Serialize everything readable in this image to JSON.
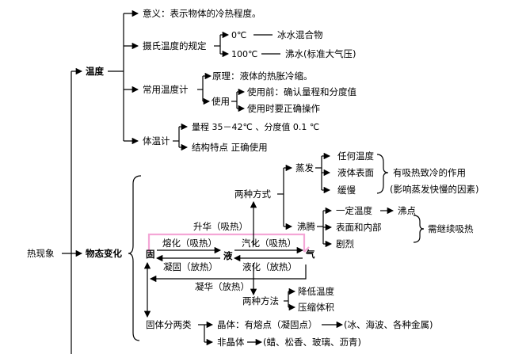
{
  "root": "热现象",
  "temp": {
    "title": "温度",
    "meaning": "意义：表示物体的冷热程度。",
    "celsius": {
      "title": "摄氏温度的规定",
      "zero_val": "0℃",
      "zero_desc": "冰水混合物",
      "hundred_val": "100℃",
      "hundred_desc": "沸水(标准大气压)"
    },
    "thermo": {
      "title": "常用温度计",
      "principle": "原理：液体的热胀冷缩。",
      "use": "使用",
      "before": "使用前：确认量程和分度值",
      "during": "使用时要正确操作"
    },
    "body": {
      "title": "体温计",
      "range": "量程 35－42℃ 、分度值 0.1 ℃",
      "feature": "结构特点  正确使用"
    }
  },
  "change": {
    "title": "物态变化",
    "states": {
      "solid": "固",
      "liquid": "液",
      "gas": "气"
    },
    "arrows": {
      "sublimation": "升华（吸热）",
      "melting": "熔化（吸热）",
      "vaporization": "汽化（吸热）",
      "solidification": "凝固（放热）",
      "liquefaction": "液化（放热）",
      "deposition": "凝华（放热）"
    },
    "vap": {
      "two_ways": "两种方式",
      "evaporation": "蒸发",
      "evap_items": [
        "任何温度",
        "液体表面",
        "缓慢"
      ],
      "evap_note1": "有吸热致冷的作用",
      "evap_note2": "(影响蒸发快慢的因素)",
      "boiling": "沸腾",
      "boil_items": [
        "一定温度",
        "表面和内部",
        "剧烈"
      ],
      "boil_point": "沸点",
      "boil_note": "需继续吸热"
    },
    "liq": {
      "two_ways": "两种方法",
      "methods": [
        "降低温度",
        "压缩体积"
      ]
    },
    "solid_types": {
      "title": "固体分两类",
      "crystal": "晶体：有熔点（凝固点）",
      "crystal_examples": "(冰、海波、各种金属)",
      "amorphous": "非晶体",
      "amorphous_examples": "(蜡、松香、玻璃、沥青)"
    }
  }
}
